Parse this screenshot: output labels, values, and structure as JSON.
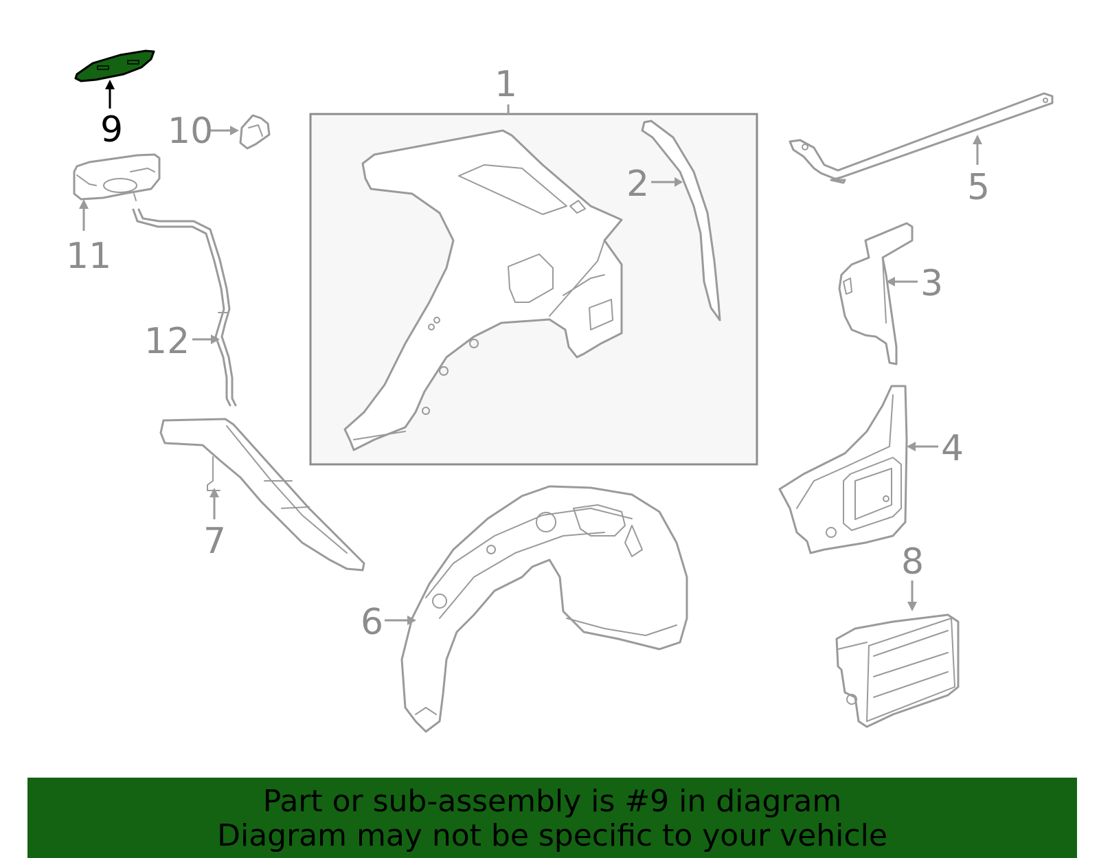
{
  "diagram": {
    "highlight_color": "#136312",
    "muted_color": "#9a9a9a",
    "box_fill": "#f7f7f7",
    "selected_part": "9",
    "callouts": {
      "c1": "1",
      "c2": "2",
      "c3": "3",
      "c4": "4",
      "c5": "5",
      "c6": "6",
      "c7": "7",
      "c8": "8",
      "c9": "9",
      "c10": "10",
      "c11": "11",
      "c12": "12"
    }
  },
  "footer": {
    "line1": "Part or sub-assembly is #9 in diagram",
    "line2": "Diagram may not be specific to your vehicle"
  }
}
